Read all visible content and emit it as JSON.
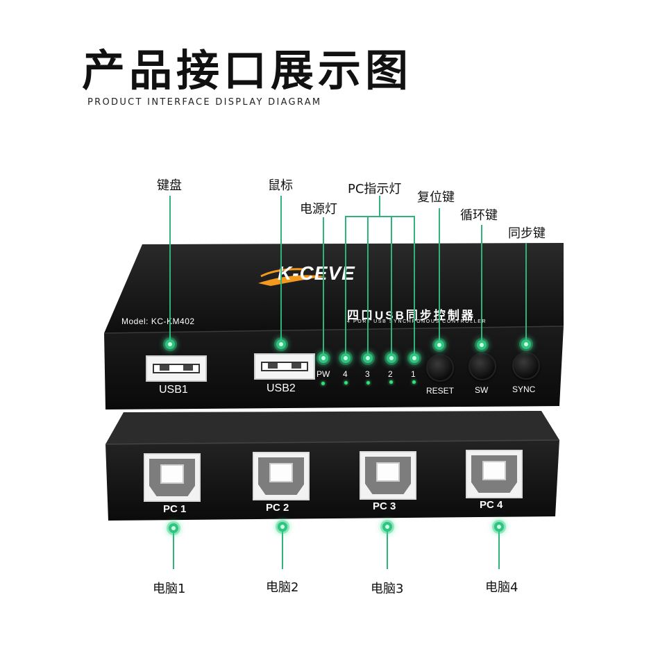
{
  "header": {
    "title": "产品接口展示图",
    "subtitle": "PRODUCT INTERFACE DISPLAY DIAGRAM"
  },
  "callouts": {
    "keyboard": "键盘",
    "mouse": "鼠标",
    "power_light": "电源灯",
    "pc_indicator": "PC指示灯",
    "reset": "复位键",
    "cycle": "循环键",
    "sync": "同步键",
    "pc1": "电脑1",
    "pc2": "电脑2",
    "pc3": "电脑3",
    "pc4": "电脑4"
  },
  "device": {
    "brand": "K-CEVE",
    "model": "Model: KC-KM402",
    "product_name_cn": "四口USB同步控制器",
    "product_name_en": "4 PORT USB SYNCHRONOUS CONTROLLER",
    "front": {
      "usb1": "USB1",
      "usb2": "USB2",
      "leds": [
        "PW",
        "4",
        "3",
        "2",
        "1"
      ],
      "buttons": [
        "RESET",
        "SW",
        "SYNC"
      ]
    },
    "back": {
      "ports": [
        "PC 1",
        "PC 2",
        "PC 3",
        "PC 4"
      ]
    }
  },
  "colors": {
    "accent_green": "#2fb37a",
    "device_body": "#141414",
    "brand_orange": "#f39a1e"
  }
}
